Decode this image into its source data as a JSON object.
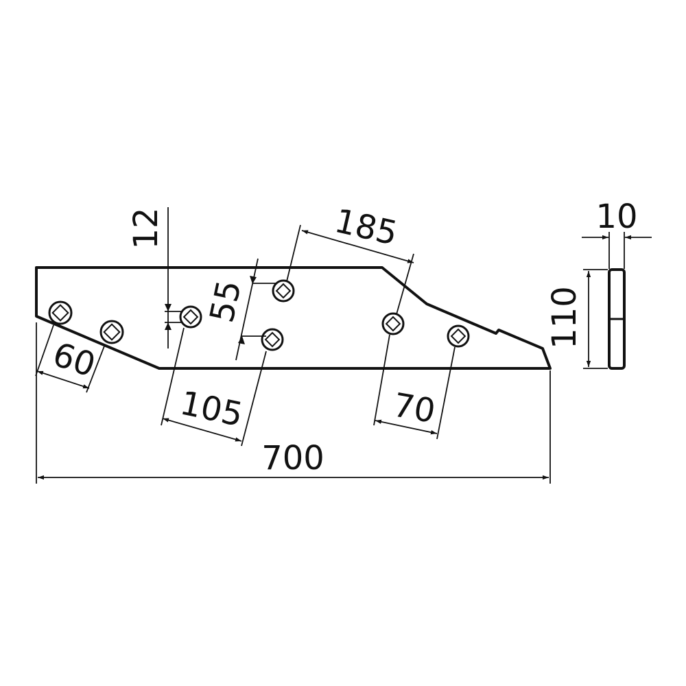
{
  "drawing": {
    "type": "technical dimension drawing",
    "color": "#111111",
    "background": "#ffffff"
  },
  "dimensions": {
    "overall_length": "700",
    "hole_spacing_left": "60",
    "hole_offset_vertical": "12",
    "hole_spacing_105": "105",
    "hole_offset_55": "55",
    "hole_spacing_185": "185",
    "hole_spacing_right": "70",
    "width": "110",
    "thickness": "10"
  }
}
